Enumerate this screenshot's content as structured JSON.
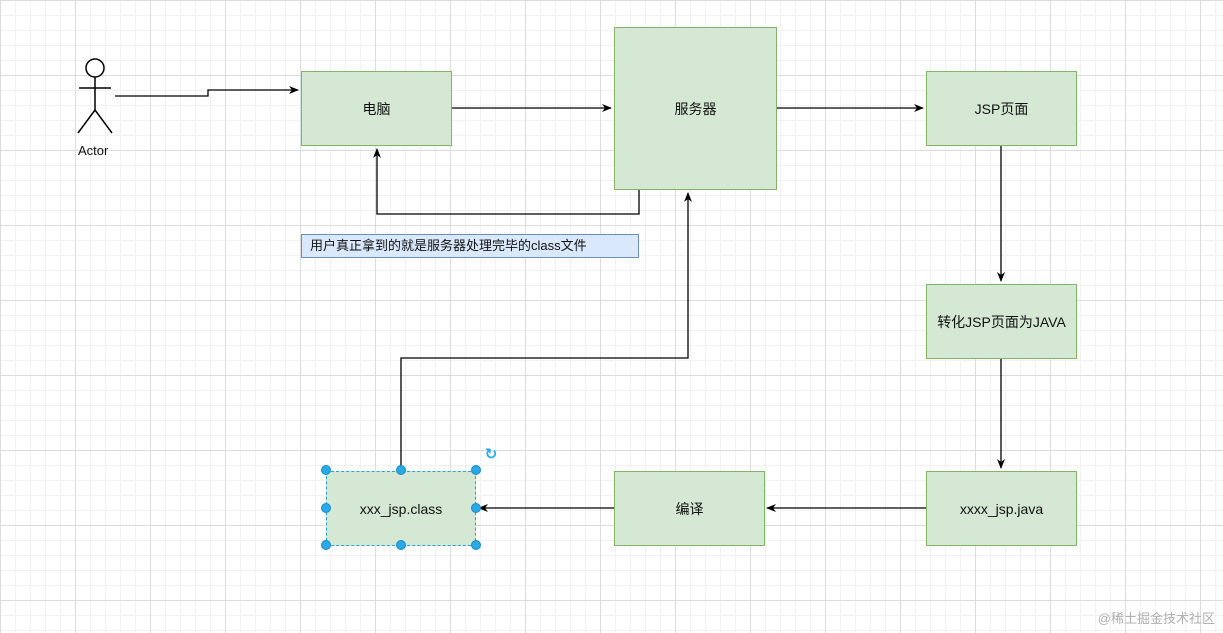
{
  "actor": {
    "label": "Actor"
  },
  "nodes": {
    "computer": "电脑",
    "server": "服务器",
    "jsp_page": "JSP页面",
    "convert": "转化JSP页面为JAVA",
    "java_file": "xxxx_jsp.java",
    "compile": "编译",
    "class_file": "xxx_jsp.class"
  },
  "note": "用户真正拿到的就是服务器处理完毕的class文件",
  "watermark": "@稀土掘金技术社区",
  "colors": {
    "node_fill": "#d5e8d4",
    "node_stroke": "#82b366",
    "note_fill": "#dae8fc",
    "note_stroke": "#6c8ebf",
    "selection": "#29a9e6"
  }
}
